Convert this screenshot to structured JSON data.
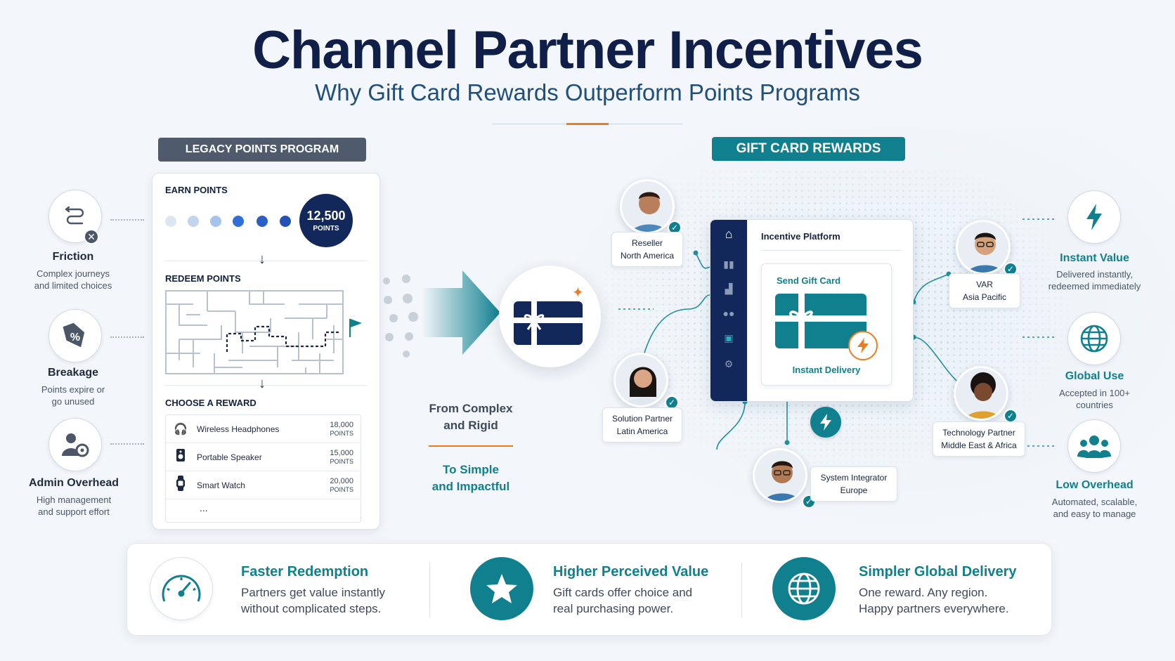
{
  "header": {
    "title": "Channel Partner Incentives",
    "subtitle": "Why Gift Card Rewards Outperform Points Programs"
  },
  "legacy": {
    "label": "LEGACY POINTS PROGRAM",
    "earn_label": "EARN POINTS",
    "points_value": "12,500",
    "points_unit": "POINTS",
    "redeem_label": "REDEEM POINTS",
    "choose_label": "CHOOSE A REWARD",
    "rewards": [
      {
        "name": "Wireless Headphones",
        "points": "18,000",
        "unit": "POINTS",
        "icon": "headphones-icon"
      },
      {
        "name": "Portable Speaker",
        "points": "15,000",
        "unit": "POINTS",
        "icon": "speaker-icon"
      },
      {
        "name": "Smart Watch",
        "points": "20,000",
        "unit": "POINTS",
        "icon": "watch-icon"
      }
    ],
    "more": "..."
  },
  "pain_points": [
    {
      "title": "Friction",
      "desc": "Complex journeys\nand limited choices",
      "icon": "route-icon"
    },
    {
      "title": "Breakage",
      "desc": "Points expire or\ngo unused",
      "icon": "percent-tag-icon"
    },
    {
      "title": "Admin Overhead",
      "desc": "High management\nand support effort",
      "icon": "user-gear-icon"
    }
  ],
  "middle": {
    "from_text": "From Complex\nand Rigid",
    "to_text": "To Simple\nand Impactful"
  },
  "gift": {
    "label": "GIFT CARD REWARDS",
    "platform_title": "Incentive Platform",
    "send_label": "Send Gift Card",
    "delivery_label": "Instant Delivery"
  },
  "partners": [
    {
      "role": "Reseller",
      "region": "North America"
    },
    {
      "role": "VAR",
      "region": "Asia Pacific"
    },
    {
      "role": "Solution Partner",
      "region": "Latin America"
    },
    {
      "role": "Technology Partner",
      "region": "Middle East & Africa"
    },
    {
      "role": "System Integrator",
      "region": "Europe"
    }
  ],
  "benefits": [
    {
      "title": "Instant Value",
      "desc": "Delivered instantly,\nredeemed immediately",
      "icon": "lightning-icon"
    },
    {
      "title": "Global Use",
      "desc": "Accepted in 100+\ncountries",
      "icon": "globe-icon"
    },
    {
      "title": "Low Overhead",
      "desc": "Automated, scalable,\nand easy to manage",
      "icon": "team-icon"
    }
  ],
  "bottom": [
    {
      "title": "Faster Redemption",
      "desc": "Partners get value instantly\nwithout complicated steps.",
      "icon": "speedometer-icon"
    },
    {
      "title": "Higher Perceived Value",
      "desc": "Gift cards offer choice and\nreal purchasing power.",
      "icon": "star-icon"
    },
    {
      "title": "Simpler Global Delivery",
      "desc": "One reward. Any region.\nHappy partners everywhere.",
      "icon": "globe-icon"
    }
  ],
  "colors": {
    "navy": "#13285a",
    "teal": "#10808f",
    "orange": "#f07b1f",
    "slate": "#4f5b6d"
  }
}
